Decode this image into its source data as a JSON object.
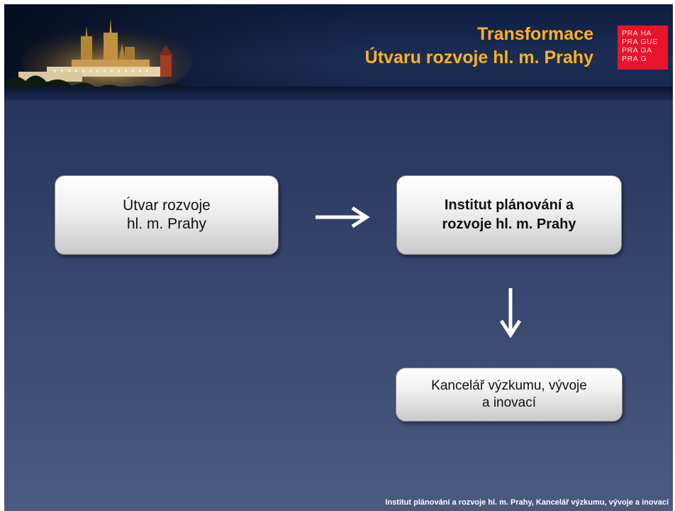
{
  "header": {
    "title_line1": "Transformace",
    "title_line2": "Útvaru rozvoje hl. m. Prahy",
    "logo_lines": [
      "PRA HA",
      "PRA GUE",
      "PRA GA",
      "PRA G"
    ]
  },
  "diagram": {
    "box1": {
      "line1": "Útvar rozvoje",
      "line2": "hl. m. Prahy"
    },
    "box2": {
      "line1": "Institut plánování a",
      "line2": "rozvoje hl. m. Prahy"
    },
    "box3": {
      "line1": "Kancelář výzkumu, vývoje",
      "line2": "a inovací"
    }
  },
  "footer": {
    "text": "Institut plánování a rozvoje hl. m. Prahy, Kancelář výzkumu, vývoje a inovací"
  },
  "colors": {
    "title": "#ffb21f",
    "logo_background": "#e8142c",
    "arrow": "#ffffff"
  }
}
